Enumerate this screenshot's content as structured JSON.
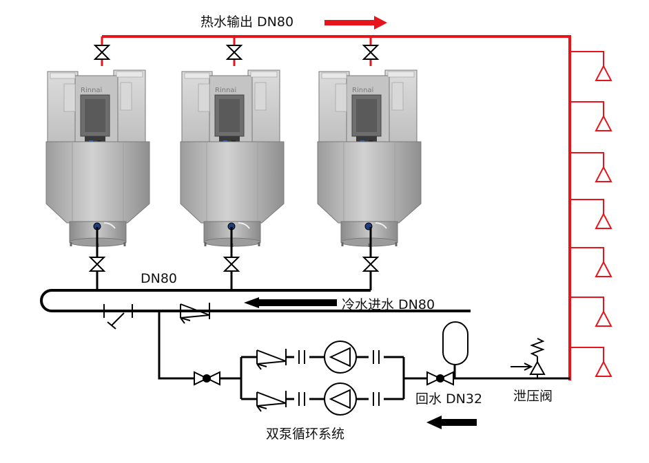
{
  "labels": {
    "hot_out": "热水输出 DN80",
    "dn80": "DN80",
    "cold_in": "冷水进水 DN80",
    "return": "回水 DN32",
    "relief": "泄压阀",
    "dual_pump": "双泵循环系统"
  },
  "heaters": [
    {
      "brand": "Rinnai"
    },
    {
      "brand": "Rinnai"
    },
    {
      "brand": "Rinnai"
    }
  ],
  "outlets_count": 7,
  "colors": {
    "hot_pipe": "#e8141b",
    "cold_pipe": "#000000",
    "heater_body": "#b5b5b5",
    "panel_dark": "#6e6e6e",
    "brand": "#d41e25"
  }
}
